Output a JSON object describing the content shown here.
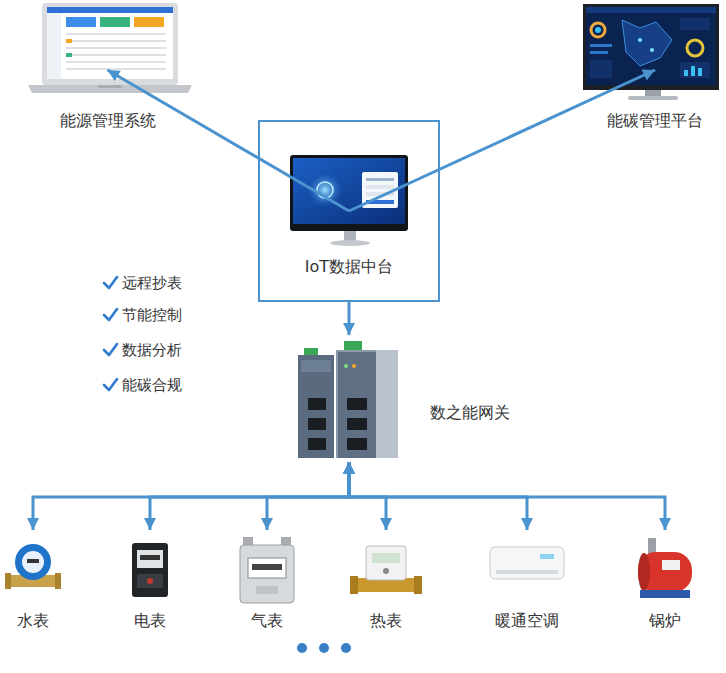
{
  "diagram": {
    "nodes": [
      {
        "text": [
          "能源管理系统"
        ]
      },
      {
        "text": [
          "能碳管理平台"
        ]
      },
      {
        "text": [
          "IoT数据中台"
        ]
      },
      {
        "text": [
          "数之能网关"
        ]
      },
      {
        "text": [
          "水表"
        ]
      },
      {
        "text": [
          "电表"
        ]
      },
      {
        "text": [
          "气表"
        ]
      },
      {
        "text": [
          "热表"
        ]
      },
      {
        "text": [
          "暖通空调"
        ]
      },
      {
        "text": [
          "锅炉"
        ]
      }
    ],
    "edges": [
      {
        "from": 2,
        "to": 0,
        "arrow": "to"
      },
      {
        "from": 2,
        "to": 1,
        "arrow": "to"
      },
      {
        "from": 2,
        "to": 3,
        "arrow": "to"
      },
      {
        "from": 3,
        "to": 4,
        "arrow": "both"
      },
      {
        "from": 3,
        "to": 5,
        "arrow": "both"
      },
      {
        "from": 3,
        "to": 6,
        "arrow": "both"
      },
      {
        "from": 3,
        "to": 7,
        "arrow": "both"
      },
      {
        "from": 3,
        "to": 8,
        "arrow": "both"
      },
      {
        "from": 3,
        "to": 9,
        "arrow": "both"
      }
    ],
    "labels": [
      "远程抄表",
      "节能控制",
      "数据分析",
      "能碳合规"
    ]
  }
}
